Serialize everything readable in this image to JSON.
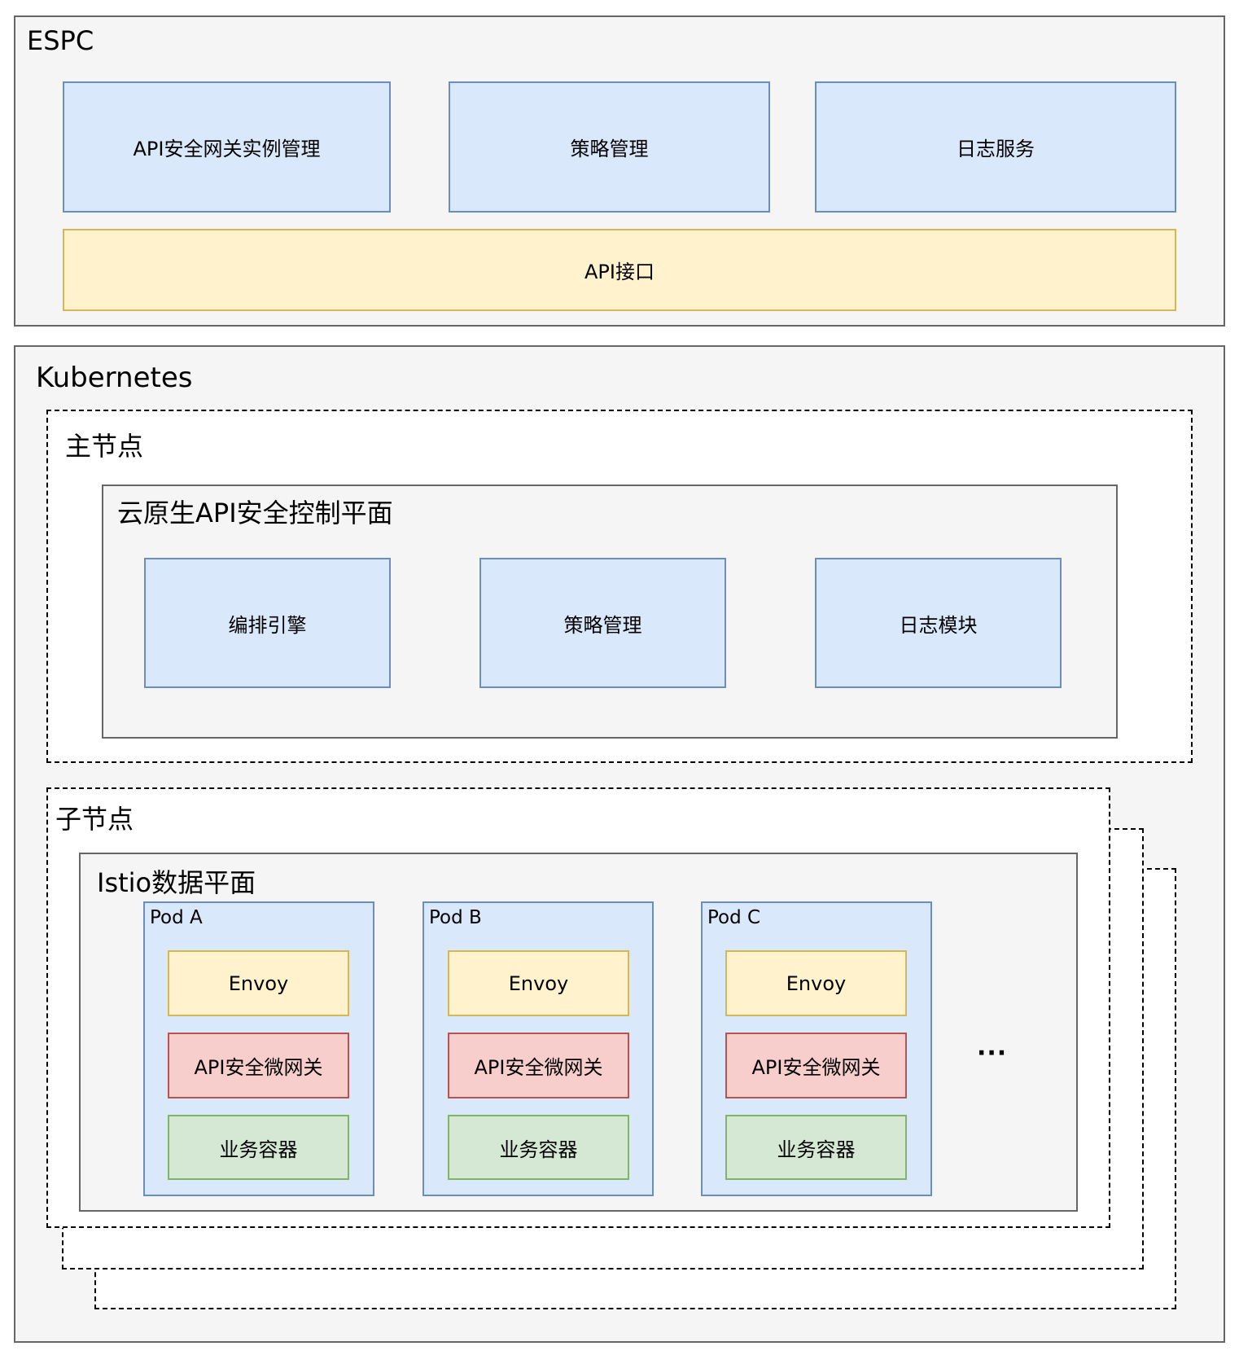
{
  "espc": {
    "title": "ESPC",
    "modules": [
      "API安全网关实例管理",
      "策略管理",
      "日志服务"
    ],
    "api": "API接口"
  },
  "kubernetes": {
    "title": "Kubernetes",
    "master": {
      "title": "主节点",
      "control_plane": {
        "title": "云原生API安全控制平面",
        "modules": [
          "编排引擎",
          "策略管理",
          "日志模块"
        ]
      }
    },
    "worker": {
      "title": "子节点",
      "data_plane": {
        "title": "Istio数据平面",
        "pods": [
          {
            "name": "Pod A",
            "envoy": "Envoy",
            "gateway": "API安全微网关",
            "business": "业务容器"
          },
          {
            "name": "Pod B",
            "envoy": "Envoy",
            "gateway": "API安全微网关",
            "business": "业务容器"
          },
          {
            "name": "Pod C",
            "envoy": "Envoy",
            "gateway": "API安全微网关",
            "business": "业务容器"
          }
        ],
        "ellipsis": "···"
      }
    }
  }
}
